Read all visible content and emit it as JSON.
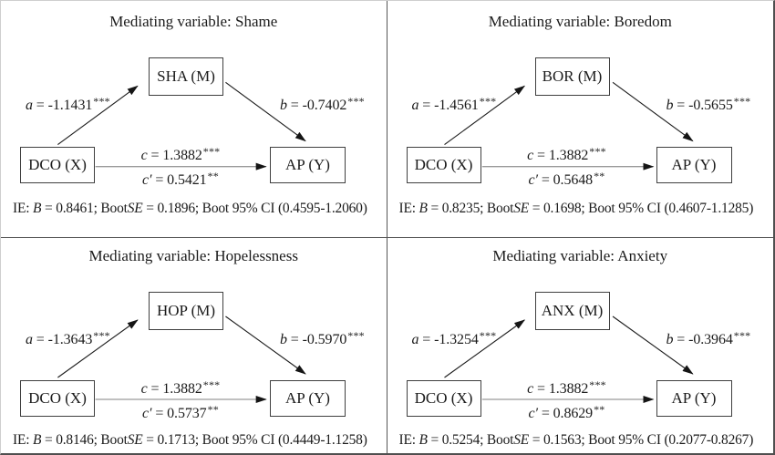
{
  "figure": {
    "panels": [
      {
        "title": "Mediating variable: Shame",
        "mediator_box": "SHA (M)",
        "x_box": "DCO (X)",
        "y_box": "AP (Y)",
        "path_a": {
          "var": "a",
          "value": " = -1.1431",
          "stars": "***"
        },
        "path_b": {
          "var": "b",
          "value": " = -0.7402",
          "stars": "***"
        },
        "path_c": {
          "var": "c",
          "value": " = 1.3882",
          "stars": "***"
        },
        "path_c_prime": {
          "var": "c′",
          "value": " = 0.5421",
          "stars": "**"
        },
        "ie": {
          "p1": "IE: ",
          "p2": "B",
          "p3": " = 0.8461; Boot",
          "p4": "SE",
          "p5": " = 0.1896; Boot 95% CI (0.4595-1.2060)"
        }
      },
      {
        "title": "Mediating variable: Boredom",
        "mediator_box": "BOR (M)",
        "x_box": "DCO (X)",
        "y_box": "AP (Y)",
        "path_a": {
          "var": "a",
          "value": " = -1.4561",
          "stars": "***"
        },
        "path_b": {
          "var": "b",
          "value": " = -0.5655",
          "stars": "***"
        },
        "path_c": {
          "var": "c",
          "value": " = 1.3882",
          "stars": "***"
        },
        "path_c_prime": {
          "var": "c′",
          "value": " = 0.5648",
          "stars": "**"
        },
        "ie": {
          "p1": "IE: ",
          "p2": "B",
          "p3": " = 0.8235; Boot",
          "p4": "SE",
          "p5": " = 0.1698; Boot 95% CI (0.4607-1.1285)"
        }
      },
      {
        "title": "Mediating variable: Hopelessness",
        "mediator_box": "HOP (M)",
        "x_box": "DCO (X)",
        "y_box": "AP (Y)",
        "path_a": {
          "var": "a",
          "value": " = -1.3643",
          "stars": "***"
        },
        "path_b": {
          "var": "b",
          "value": " = -0.5970",
          "stars": "***"
        },
        "path_c": {
          "var": "c",
          "value": " = 1.3882",
          "stars": "***"
        },
        "path_c_prime": {
          "var": "c′",
          "value": " = 0.5737",
          "stars": "**"
        },
        "ie": {
          "p1": "IE: ",
          "p2": "B",
          "p3": " = 0.8146; Boot",
          "p4": "SE",
          "p5": " = 0.1713; Boot 95% CI (0.4449-1.1258)"
        }
      },
      {
        "title": "Mediating variable: Anxiety",
        "mediator_box": "ANX (M)",
        "x_box": "DCO (X)",
        "y_box": "AP (Y)",
        "path_a": {
          "var": "a",
          "value": " = -1.3254",
          "stars": "***"
        },
        "path_b": {
          "var": "b",
          "value": " = -0.3964",
          "stars": "***"
        },
        "path_c": {
          "var": "c",
          "value": " = 1.3882",
          "stars": "***"
        },
        "path_c_prime": {
          "var": "c′",
          "value": " = 0.8629",
          "stars": "**"
        },
        "ie": {
          "p1": "IE: ",
          "p2": "B",
          "p3": " = 0.5254; Boot",
          "p4": "SE",
          "p5": " = 0.1563; Boot 95% CI (0.2077-0.8267)"
        }
      }
    ],
    "colors": {
      "diagonal_arrow": "#1c1c1c",
      "direct_path_line": "#9a9a9a",
      "arrowhead": "#151515",
      "box_border": "#3f3f3f",
      "panel_divider": "#565656"
    }
  }
}
